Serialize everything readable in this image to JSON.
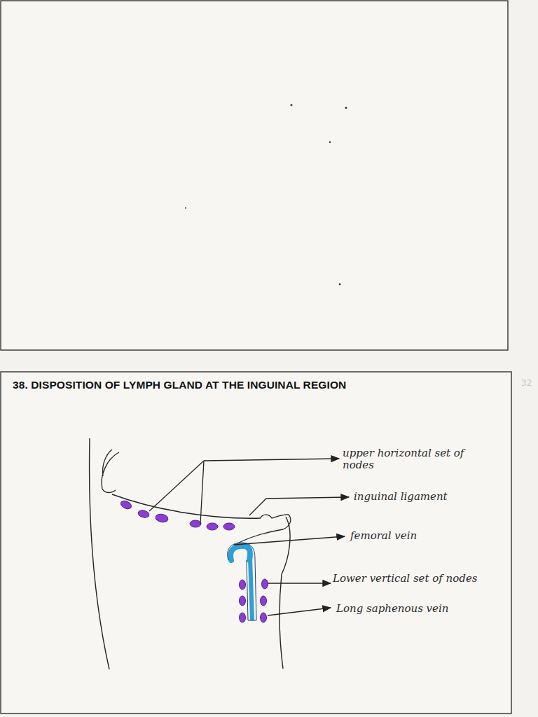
{
  "diagram": {
    "title": "38. DISPOSITION OF LYMPH GLAND AT THE INGUINAL REGION",
    "labels": [
      "upper horizontal set of nodes",
      "inguinal ligament",
      "femoral vein",
      "Lower vertical set of nodes",
      "Long saphenous vein",
      "32"
    ]
  }
}
